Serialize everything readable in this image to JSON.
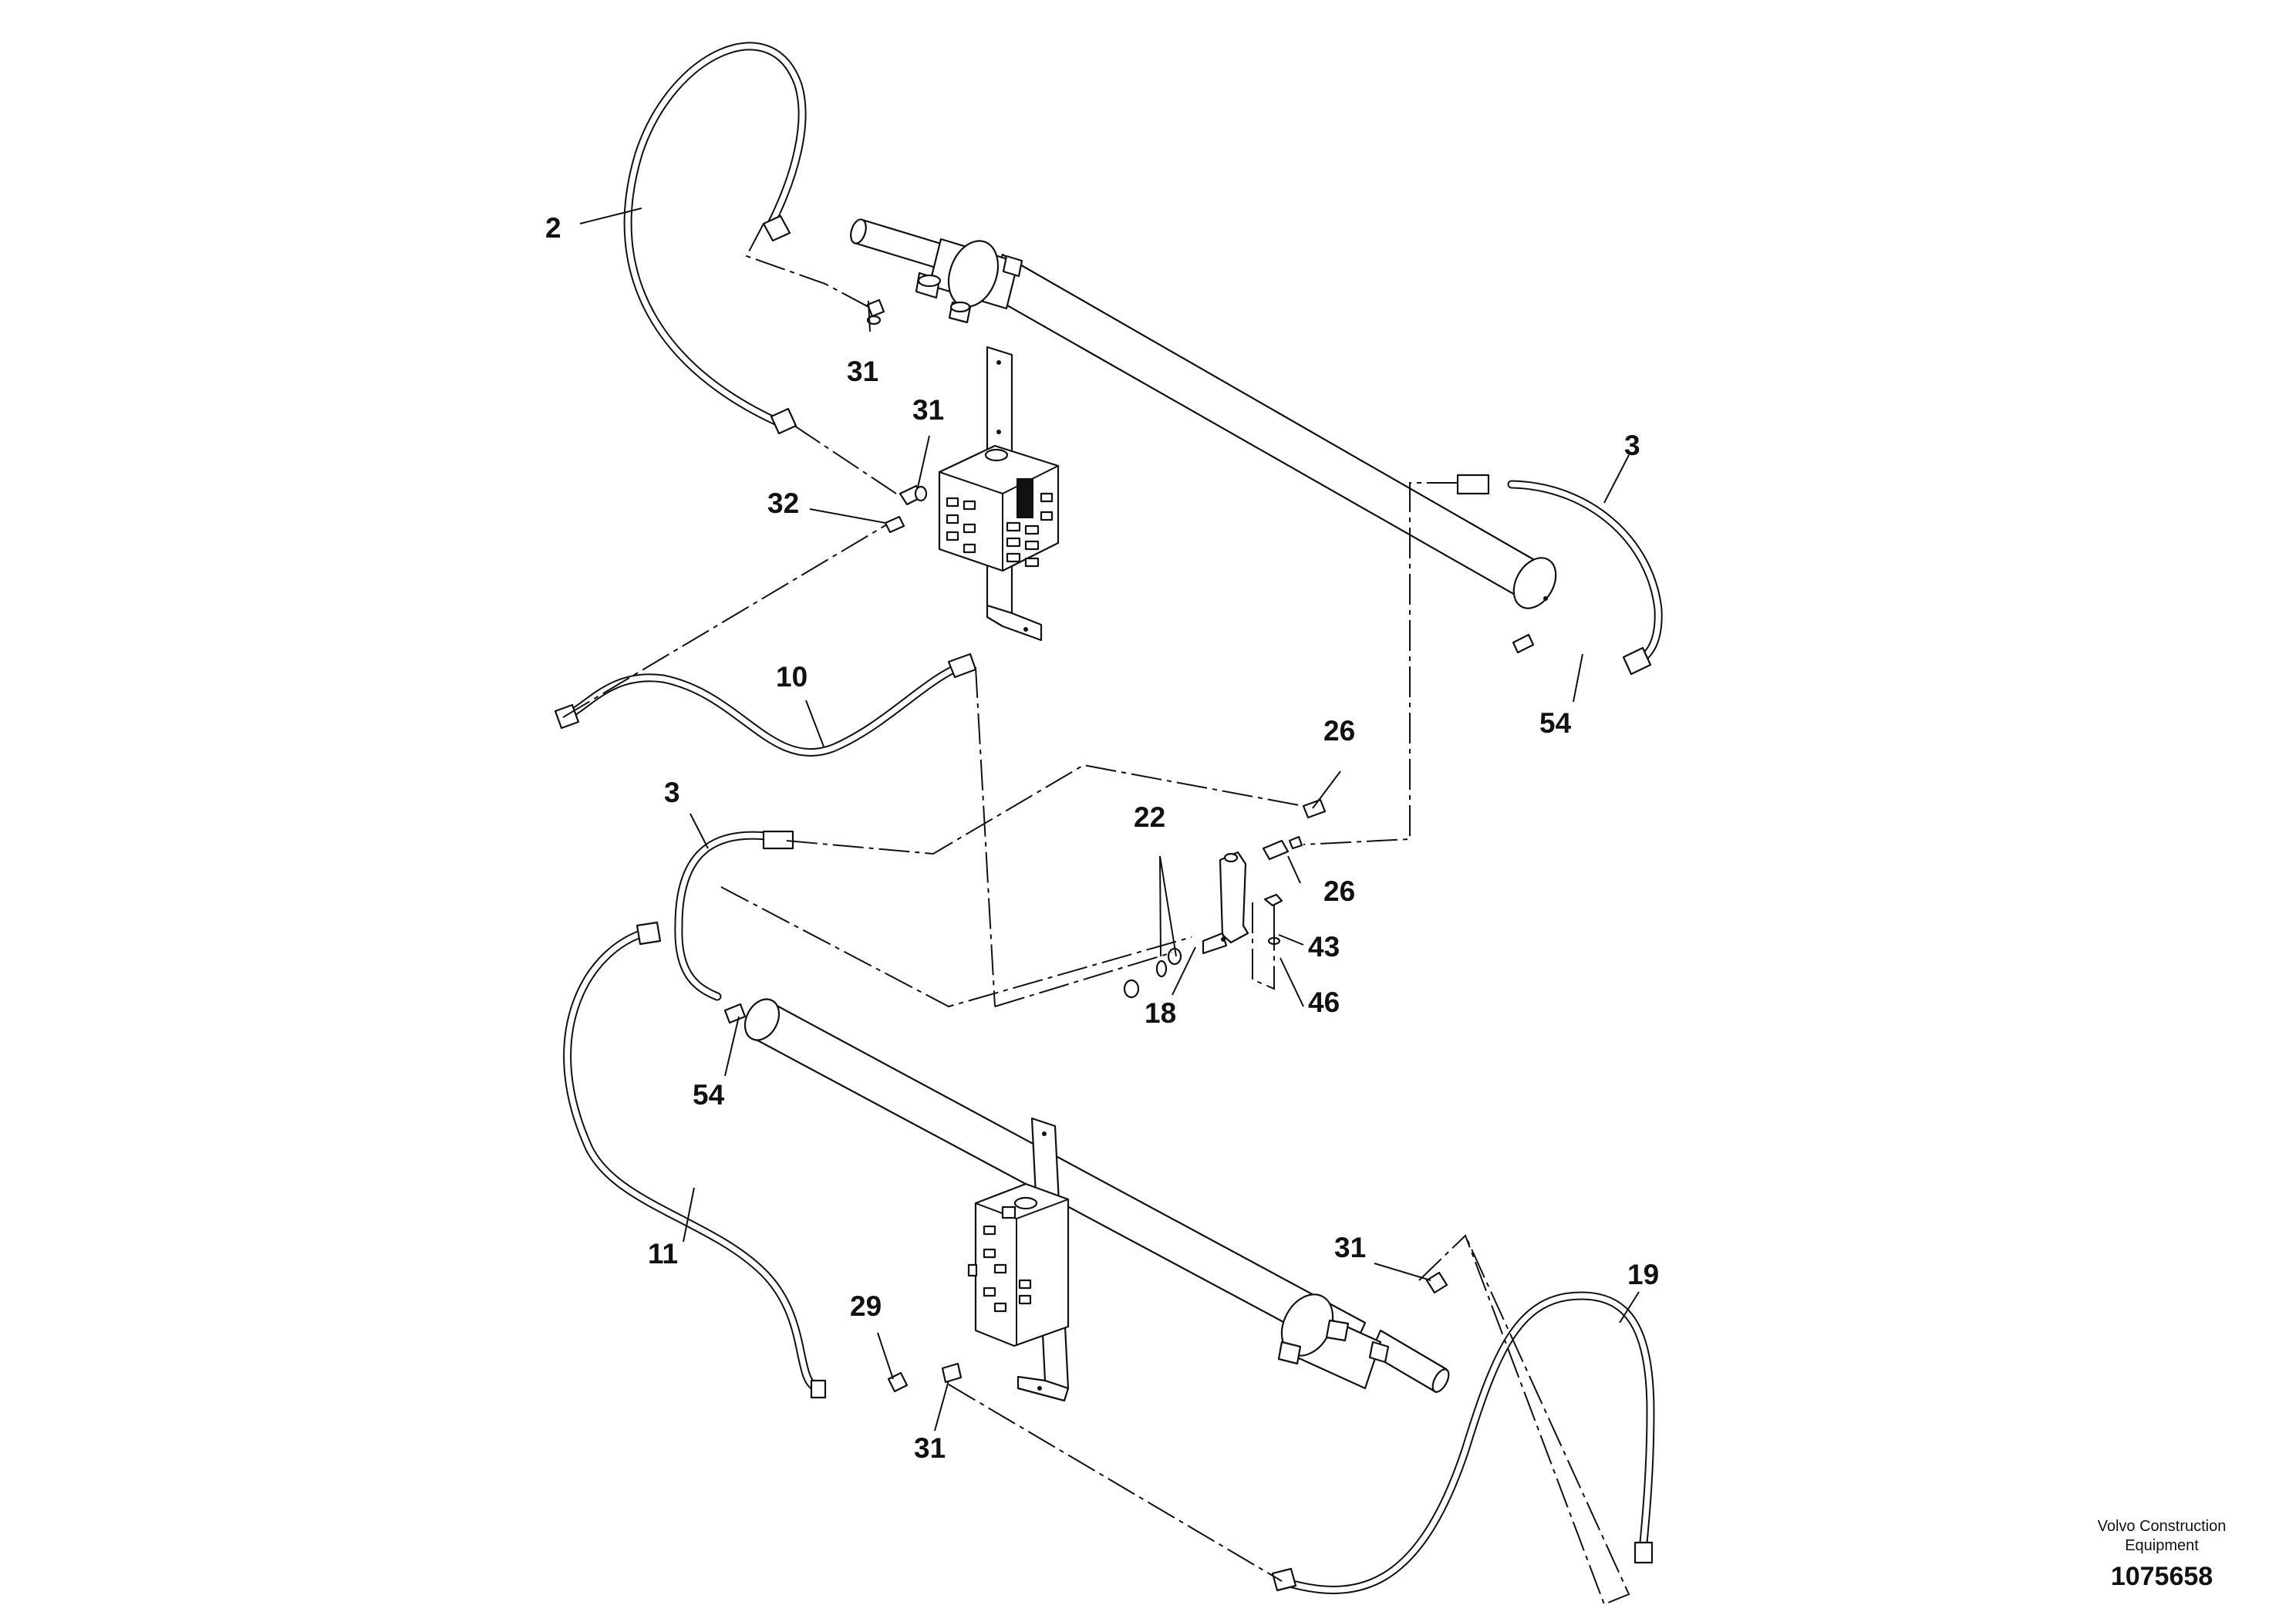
{
  "callouts": {
    "c2": "2",
    "c31a": "31",
    "c31b": "31",
    "c32": "32",
    "c10": "10",
    "c3a": "3",
    "c54a": "54",
    "c26a": "26",
    "c22": "22",
    "c26b": "26",
    "c3b": "3",
    "c43": "43",
    "c46": "46",
    "c18": "18",
    "c54b": "54",
    "c11": "11",
    "c31c": "31",
    "c19": "19",
    "c29": "29",
    "c31d": "31"
  },
  "caption": {
    "company_line1": "Volvo Construction",
    "company_line2": "Equipment",
    "drawing_number": "1075658"
  }
}
